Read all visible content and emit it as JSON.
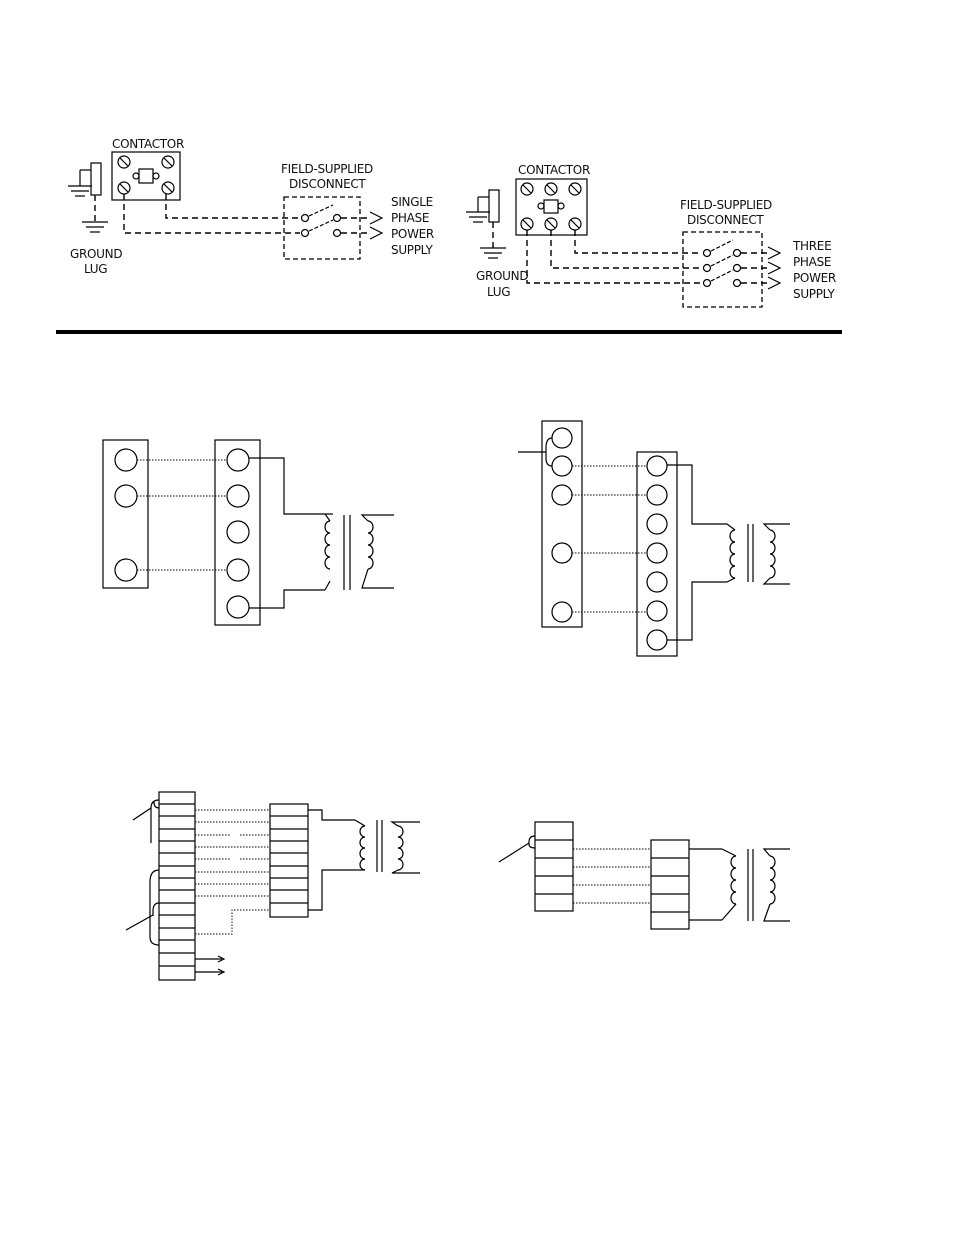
{
  "single_phase": {
    "contactor_label": "CONTACTOR",
    "disconnect_line1": "FIELD-SUPPLIED",
    "disconnect_line2": "DISCONNECT",
    "supply_line1": "SINGLE",
    "supply_line2": "PHASE",
    "supply_line3": "POWER",
    "supply_line4": "SUPPLY",
    "ground_line1": "GROUND",
    "ground_line2": "LUG"
  },
  "three_phase": {
    "contactor_label": "CONTACTOR",
    "disconnect_line1": "FIELD-SUPPLIED",
    "disconnect_line2": "DISCONNECT",
    "supply_line1": "THREE",
    "supply_line2": "PHASE",
    "supply_line3": "POWER",
    "supply_line4": "SUPPLY",
    "ground_line1": "GROUND",
    "ground_line2": "LUG"
  }
}
